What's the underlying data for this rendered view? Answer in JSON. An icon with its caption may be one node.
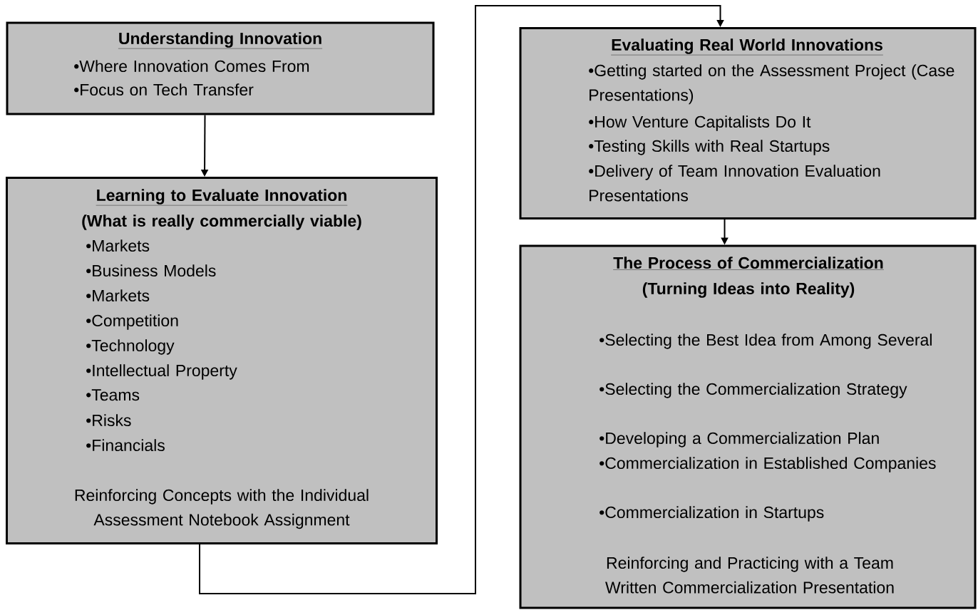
{
  "diagram": {
    "nodes": [
      {
        "text": [
          "Understanding Innovation",
          "•Where Innovation Comes From",
          "•Focus on Tech Transfer"
        ]
      },
      {
        "text": [
          "Learning to Evaluate Innovation",
          "(What is really commercially viable)",
          "•Markets",
          "•Business Models",
          "•Markets",
          "•Competition",
          "•Technology",
          "•Intellectual Property",
          "•Teams",
          "•Risks",
          "•Financials",
          "Reinforcing Concepts with the Individual Assessment Notebook Assignment"
        ]
      },
      {
        "text": [
          "Evaluating Real World Innovations",
          "•Getting started on the Assessment Project (Case Presentations)",
          "•How Venture Capitalists Do It",
          "•Testing Skills with Real Startups",
          "•Delivery of Team Innovation Evaluation Presentations"
        ]
      },
      {
        "text": [
          "The Process of Commercialization",
          "(Turning Ideas into Reality)",
          "•Selecting the Best Idea from Among Several",
          "•Selecting the Commercialization Strategy",
          "•Developing a Commercialization Plan",
          "•Commercialization in Established Companies",
          "•Commercialization in Startups",
          "Reinforcing  and Practicing with a Team Written Commercialization Presentation"
        ]
      }
    ],
    "edges": [
      {
        "from": 0,
        "to": 1,
        "arrow": "to"
      },
      {
        "from": 1,
        "to": 2,
        "arrow": "to"
      },
      {
        "from": 2,
        "to": 3,
        "arrow": "to"
      }
    ]
  }
}
